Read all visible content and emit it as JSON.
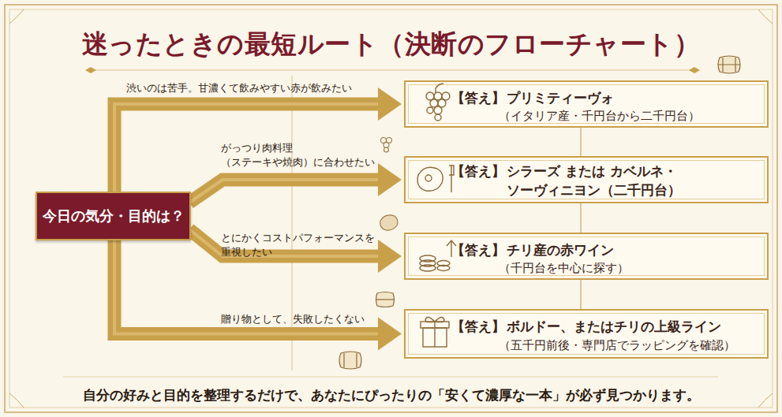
{
  "diagram": {
    "title": "迷ったときの最短ルート（決断のフローチャート）",
    "caption": "自分の好みと目的を整理するだけで、あなたにぴったりの「安くて濃厚な一本」が必ず見つかります。",
    "nodes": [
      {
        "text": [
          "今日の気分・目的は？"
        ]
      },
      {
        "text": [
          "【答え】",
          "プリミティーヴォ",
          "（イタリア産・千円台から二千円台）"
        ]
      },
      {
        "text": [
          "【答え】",
          "シラーズ または カベルネ・ソーヴィニヨン（二千円台）"
        ]
      },
      {
        "text": [
          "【答え】",
          "チリ産の赤ワイン",
          "（千円台を中心に探す）"
        ]
      },
      {
        "text": [
          "【答え】",
          "ボルドー、またはチリの上級ライン",
          "（五千円前後・専門店でラッピングを確認）"
        ]
      }
    ],
    "edges": [
      {
        "from": 0,
        "to": 1,
        "label": "渋いのは苦手。甘濃くて飲みやすい赤が飲みたい",
        "arrow": "to"
      },
      {
        "from": 0,
        "to": 2,
        "label": "がっつり肉料理 （ステーキや焼肉）に合わせたい",
        "arrow": "to"
      },
      {
        "from": 0,
        "to": 3,
        "label": "とにかくコストパフォーマンスを 重視したい",
        "arrow": "to"
      },
      {
        "from": 0,
        "to": 4,
        "label": "贈り物として、失敗したくない",
        "arrow": "to"
      }
    ]
  }
}
